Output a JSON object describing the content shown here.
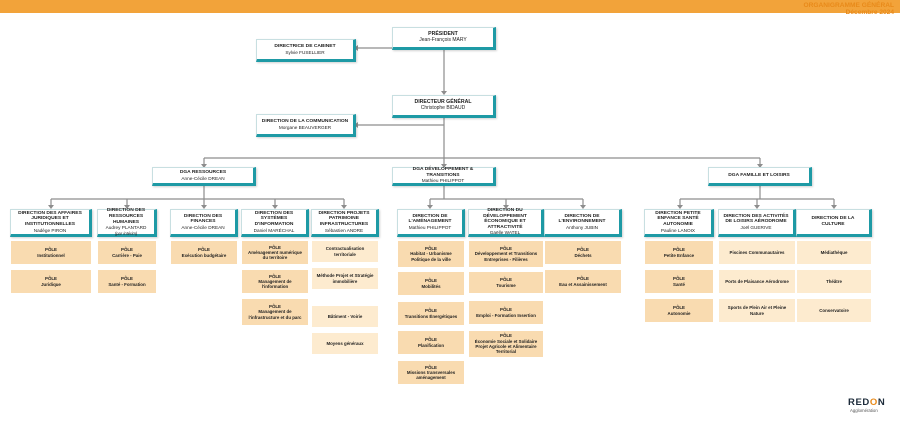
{
  "header": {
    "title": "ORGANIGRAMME GÉNÉRAL",
    "date": "Décembre 2024"
  },
  "colors": {
    "accent": "#1e9aa5",
    "orange": "#f2a33a",
    "pole": "#f9dbb0"
  },
  "president": {
    "title": "PRÉSIDENT",
    "person": "Jean-François MARY"
  },
  "cabinet": {
    "title": "DIRECTRICE DE CABINET",
    "person": "Sylvie FUSELLIER"
  },
  "dg": {
    "title": "DIRECTEUR GÉNÉRAL",
    "person": "Christophe BIDAUD"
  },
  "communication": {
    "title": "DIRECTION DE LA COMMUNICATION",
    "person": "Morgane BEAUVERGER"
  },
  "dga": [
    {
      "title": "DGA RESSOURCES",
      "person": "Anne-Cécile DREAN"
    },
    {
      "title": "DGA DÉVELOPPEMENT & TRANSITIONS",
      "person": "Mathieu PHILIPPOT"
    },
    {
      "title": "DGA FAMILLE ET LOISIRS",
      "person": ""
    }
  ],
  "directions": [
    {
      "title": "DIRECTION DES AFFAIRES JURIDIQUES ET INSTITUTIONNELLES",
      "person": "Nadège PIRON",
      "note": "",
      "poles": [
        {
          "label": "PÔLE",
          "name": "Institutionnel"
        },
        {
          "label": "PÔLE",
          "name": "Juridique"
        }
      ]
    },
    {
      "title": "DIRECTION DES RESSOURCES HUMAINES",
      "person": "Audrey PLANTARD",
      "note": "(par intérim)",
      "poles": [
        {
          "label": "PÔLE",
          "name": "Carrière - Paie"
        },
        {
          "label": "PÔLE",
          "name": "Santé - Formation"
        }
      ]
    },
    {
      "title": "DIRECTION DES FINANCES",
      "person": "Anne-Cécile DREAN",
      "note": "",
      "poles": [
        {
          "label": "PÔLE",
          "name": "Exécution budgétaire"
        }
      ]
    },
    {
      "title": "DIRECTION DES SYSTÈMES D'INFORMATION",
      "person": "Daniel MARÉCHAL",
      "note": "",
      "poles": [
        {
          "label": "PÔLE",
          "name": "Aménagement numérique du territoire"
        },
        {
          "label": "PÔLE",
          "name": "Management de l'information"
        },
        {
          "label": "PÔLE",
          "name": "Management de l'infrastructure et du parc"
        }
      ]
    },
    {
      "title": "DIRECTION PROJETS PATRIMOINE INFRASTRUCTURES",
      "person": "Sébastien ANDRE",
      "note": "",
      "poles": [
        {
          "label": "",
          "name": "Contractualisation territoriale"
        },
        {
          "label": "",
          "name": "Méthode Projet et Stratégie immobilière"
        },
        {
          "label": "",
          "name": "Bâtiment - Voirie"
        },
        {
          "label": "",
          "name": "Moyens généraux"
        }
      ]
    },
    {
      "title": "DIRECTION DE L'AMÉNAGEMENT",
      "person": "Mathieu PHILIPPOT",
      "note": "",
      "poles": [
        {
          "label": "PÔLE",
          "name": "Habitat - Urbanisme Politique de la ville"
        },
        {
          "label": "PÔLE",
          "name": "Mobilités"
        },
        {
          "label": "PÔLE",
          "name": "Transitions Énergétiques"
        },
        {
          "label": "PÔLE",
          "name": "Planification"
        },
        {
          "label": "PÔLE",
          "name": "Missions transversales aménagement"
        }
      ]
    },
    {
      "title": "DIRECTION DU DÉVELOPPEMENT ÉCONOMIQUE ET ATTRACTIVITÉ",
      "person": "Gaëlle WATEL",
      "note": "",
      "poles": [
        {
          "label": "PÔLE",
          "name": "Développement et Transitions Entreprises - Filières"
        },
        {
          "label": "PÔLE",
          "name": "Tourisme"
        },
        {
          "label": "PÔLE",
          "name": "Emploi - Formation Insertion"
        },
        {
          "label": "PÔLE",
          "name": "Économie Sociale et Solidaire Projet Agricole et Alimentaire Territorial"
        }
      ]
    },
    {
      "title": "DIRECTION DE L'ENVIRONNEMENT",
      "person": "Anthony JUBIN",
      "note": "",
      "poles": [
        {
          "label": "PÔLE",
          "name": "Déchets"
        },
        {
          "label": "PÔLE",
          "name": "Eau et Assainissement"
        }
      ]
    },
    {
      "title": "DIRECTION PETITE ENFANCE SANTÉ AUTONOMIE",
      "person": "Pauline LANOIX",
      "note": "",
      "poles": [
        {
          "label": "PÔLE",
          "name": "Petite Enfance"
        },
        {
          "label": "PÔLE",
          "name": "Santé"
        },
        {
          "label": "PÔLE",
          "name": "Autonomie"
        }
      ]
    },
    {
      "title": "DIRECTION DES ACTIVITÉS DE LOISIRS AÉRODROME",
      "person": "Joël GUERIVE",
      "note": "",
      "poles": [
        {
          "label": "",
          "name": "Piscines Communautaires"
        },
        {
          "label": "",
          "name": "Ports de Plaisance Aérodrome"
        },
        {
          "label": "",
          "name": "Sports de Plein Air et Pleine Nature"
        }
      ]
    },
    {
      "title": "DIRECTION DE LA CULTURE",
      "person": "",
      "note": "",
      "poles": [
        {
          "label": "",
          "name": "Médiathèque"
        },
        {
          "label": "",
          "name": "Théâtre"
        },
        {
          "label": "",
          "name": "Conservatoire"
        }
      ]
    }
  ],
  "logo": {
    "brand_a": "RED",
    "brand_o": "O",
    "brand_b": "N",
    "subtitle": "Agglomération"
  }
}
